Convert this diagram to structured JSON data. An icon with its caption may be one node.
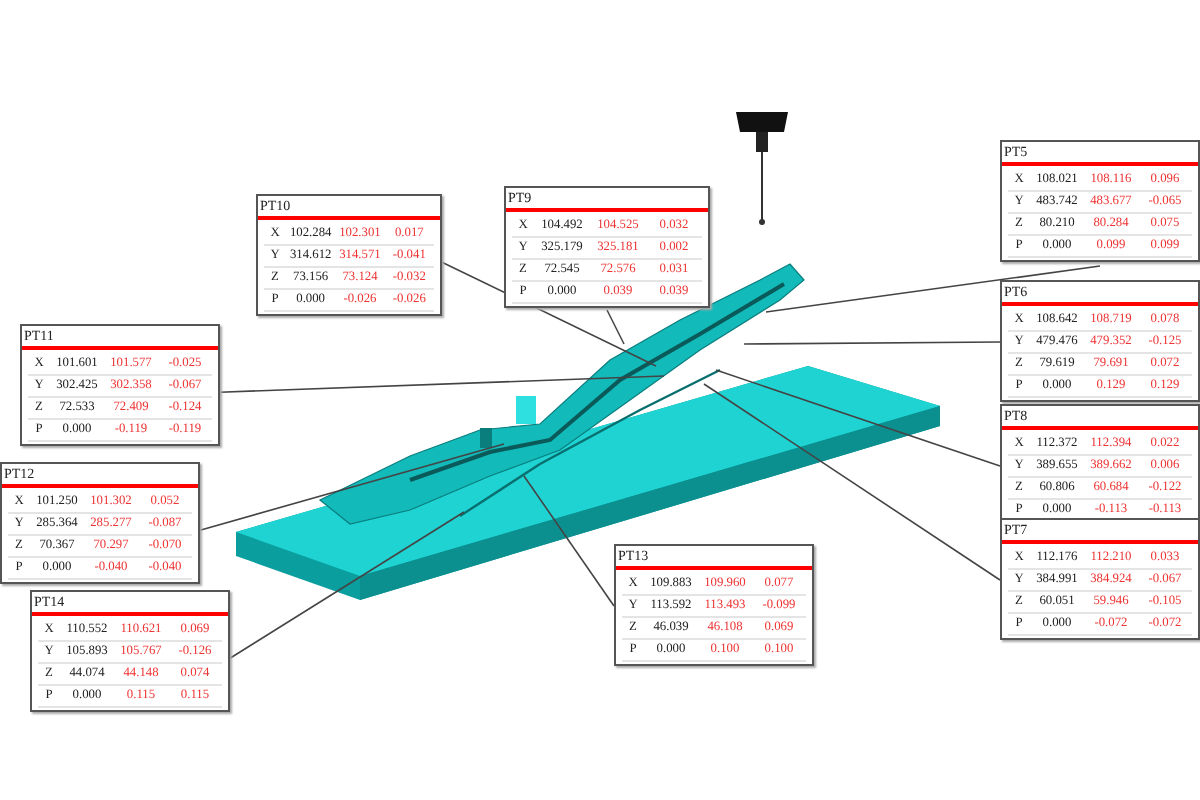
{
  "diagram": {
    "nodes": [
      {
        "text": [
          "PT10",
          "X",
          "102.284",
          "102.301",
          "0.017",
          "Y",
          "314.612",
          "314.571",
          "-0.041",
          "Z",
          "73.156",
          "73.124",
          "-0.032",
          "P",
          "0.000",
          "-0.026",
          "-0.026"
        ]
      },
      {
        "text": [
          "PT9",
          "X",
          "104.492",
          "104.525",
          "0.032",
          "Y",
          "325.179",
          "325.181",
          "0.002",
          "Z",
          "72.545",
          "72.576",
          "0.031",
          "P",
          "0.000",
          "0.039",
          "0.039"
        ]
      },
      {
        "text": [
          "PT5",
          "X",
          "108.021",
          "108.116",
          "0.096",
          "Y",
          "483.742",
          "483.677",
          "-0.065",
          "Z",
          "80.210",
          "80.284",
          "0.075",
          "P",
          "0.000",
          "0.099",
          "0.099"
        ]
      },
      {
        "text": [
          "PT11",
          "X",
          "101.601",
          "101.577",
          "-0.025",
          "Y",
          "302.425",
          "302.358",
          "-0.067",
          "Z",
          "72.533",
          "72.409",
          "-0.124",
          "P",
          "0.000",
          "-0.119",
          "-0.119"
        ]
      },
      {
        "text": [
          "PT6",
          "X",
          "108.642",
          "108.719",
          "0.078",
          "Y",
          "479.476",
          "479.352",
          "-0.125",
          "Z",
          "79.619",
          "79.691",
          "0.072",
          "P",
          "0.000",
          "0.129",
          "0.129"
        ]
      },
      {
        "text": [
          "PT8",
          "X",
          "112.372",
          "112.394",
          "0.022",
          "Y",
          "389.655",
          "389.662",
          "0.006",
          "Z",
          "60.806",
          "60.684",
          "-0.122",
          "P",
          "0.000",
          "-0.113",
          "-0.113"
        ]
      },
      {
        "text": [
          "PT12",
          "X",
          "101.250",
          "101.302",
          "0.052",
          "Y",
          "285.364",
          "285.277",
          "-0.087",
          "Z",
          "70.367",
          "70.297",
          "-0.070",
          "P",
          "0.000",
          "-0.040",
          "-0.040"
        ]
      },
      {
        "text": [
          "PT7",
          "X",
          "112.176",
          "112.210",
          "0.033",
          "Y",
          "384.991",
          "384.924",
          "-0.067",
          "Z",
          "60.051",
          "59.946",
          "-0.105",
          "P",
          "0.000",
          "-0.072",
          "-0.072"
        ]
      },
      {
        "text": [
          "PT13",
          "X",
          "109.883",
          "109.960",
          "0.077",
          "Y",
          "113.592",
          "113.493",
          "-0.099",
          "Z",
          "46.039",
          "46.108",
          "0.069",
          "P",
          "0.000",
          "0.100",
          "0.100"
        ]
      },
      {
        "text": [
          "PT14",
          "X",
          "110.552",
          "110.621",
          "0.069",
          "Y",
          "105.893",
          "105.767",
          "-0.126",
          "Z",
          "44.074",
          "44.148",
          "0.074",
          "P",
          "0.000",
          "0.115",
          "0.115"
        ]
      }
    ],
    "edges": [
      {
        "from": 0,
        "to": null,
        "arrow": "none"
      },
      {
        "from": 1,
        "to": null,
        "arrow": "none"
      },
      {
        "from": 2,
        "to": null,
        "arrow": "none"
      },
      {
        "from": 3,
        "to": null,
        "arrow": "none"
      },
      {
        "from": 4,
        "to": null,
        "arrow": "none"
      },
      {
        "from": 5,
        "to": null,
        "arrow": "none"
      },
      {
        "from": 6,
        "to": null,
        "arrow": "none"
      },
      {
        "from": 7,
        "to": null,
        "arrow": "none"
      },
      {
        "from": 8,
        "to": null,
        "arrow": "none"
      },
      {
        "from": 9,
        "to": null,
        "arrow": "none"
      }
    ]
  }
}
